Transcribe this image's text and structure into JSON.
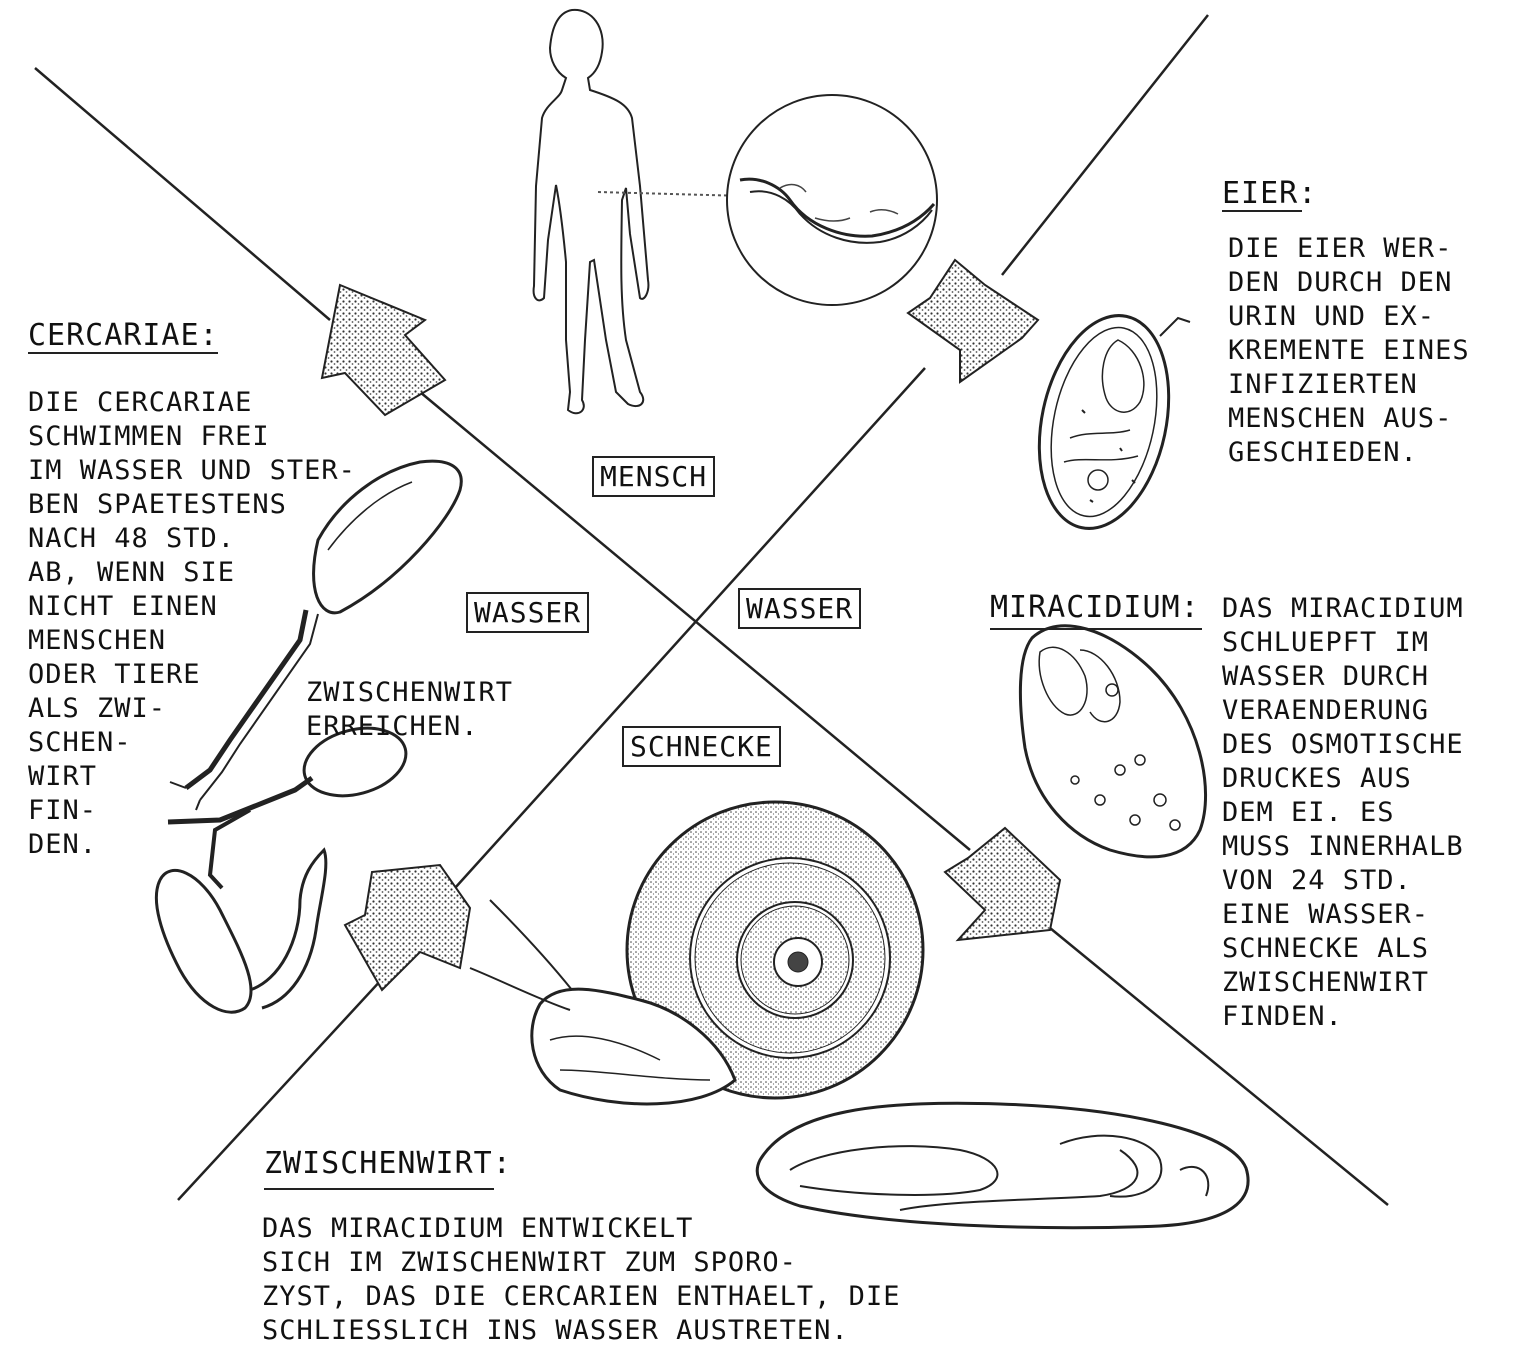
{
  "hosts": {
    "human": "MENSCH",
    "water_left": "WASSER",
    "water_right": "WASSER",
    "snail": "SCHNECKE"
  },
  "eggs": {
    "heading": "EIER:",
    "text": "DIE EIER WER-\nDEN DURCH DEN\nURIN UND EX-\nKREMENTE EINES\nINFIZIERTEN\nMENSCHEN AUS-\nGESCHIEDEN."
  },
  "cercariae": {
    "heading": "CERCARIAE:",
    "text": "DIE CERCARIAE\nSCHWIMMEN FREI\nIM WASSER UND STER-\nBEN SPAETESTENS\nNACH 48 STD.\nAB, WENN SIE\nNICHT EINEN\nMENSCHEN\nODER TIERE\nALS ZWI-\nSCHEN-\nWIRT\nFIN-\nDEN.",
    "text_extra": "ZWISCHENWIRT\nERREICHEN."
  },
  "miracidium": {
    "heading": "MIRACIDIUM:",
    "text": "DAS MIRACIDIUM\nSCHLUEPFT IM\nWASSER DURCH\nVERAENDERUNG\nDES OSMOTISCHE\nDRUCKES AUS\nDEM EI. ES\nMUSS INNERHALB\nVON 24 STD.\nEINE WASSER-\nSCHNECKE ALS\nZWISCHENWIRT\nFINDEN."
  },
  "intermediate_host": {
    "heading": "ZWISCHENWIRT:",
    "text": "DAS MIRACIDIUM ENTWICKELT\nSICH IM ZWISCHENWIRT ZUM SPORO-\nZYST, DAS DIE CERCARIEN ENTHAELT, DIE\nSCHLIESSLICH INS WASSER AUSTRETEN."
  }
}
